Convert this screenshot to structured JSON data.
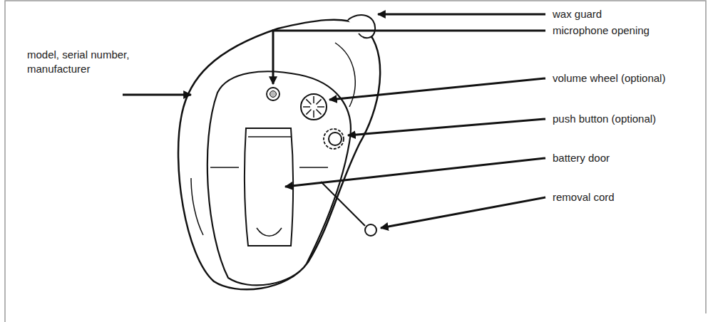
{
  "diagram": {
    "labels": [
      "wax guard",
      "microphone opening",
      "model, serial number, manufacturer",
      "volume wheel (optional)",
      "push button (optional)",
      "battery door",
      "removal cord"
    ]
  }
}
